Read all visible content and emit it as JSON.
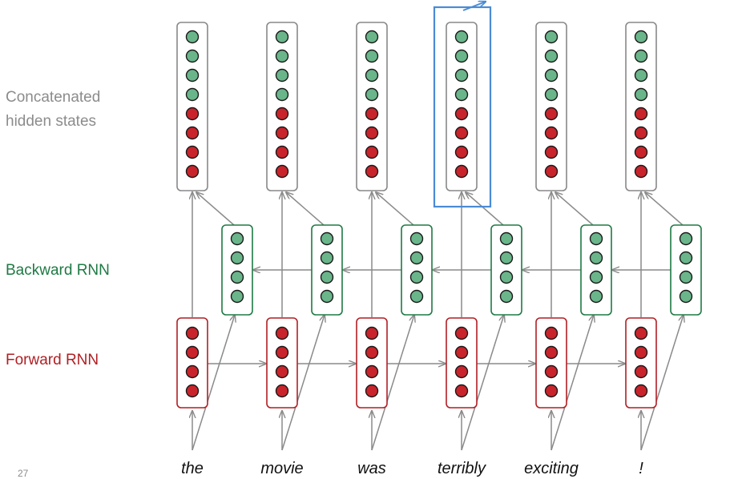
{
  "labels": {
    "concatenated": [
      "Concatenated",
      "hidden states"
    ],
    "backward": "Backward RNN",
    "forward": "Forward RNN"
  },
  "words": [
    "the",
    "movie",
    "was",
    "terribly",
    "exciting",
    "!"
  ],
  "page_number": "27",
  "highlight_index": 3,
  "colors": {
    "concat_label": "#8c8c8c",
    "backward": "#1e7a44",
    "forward": "#b01f24",
    "green_fill": "#6ab58a",
    "red_fill": "#c9242b",
    "box_gray": "#888888",
    "arrow": "#8a8a8a",
    "highlight": "#4a8bd6"
  }
}
